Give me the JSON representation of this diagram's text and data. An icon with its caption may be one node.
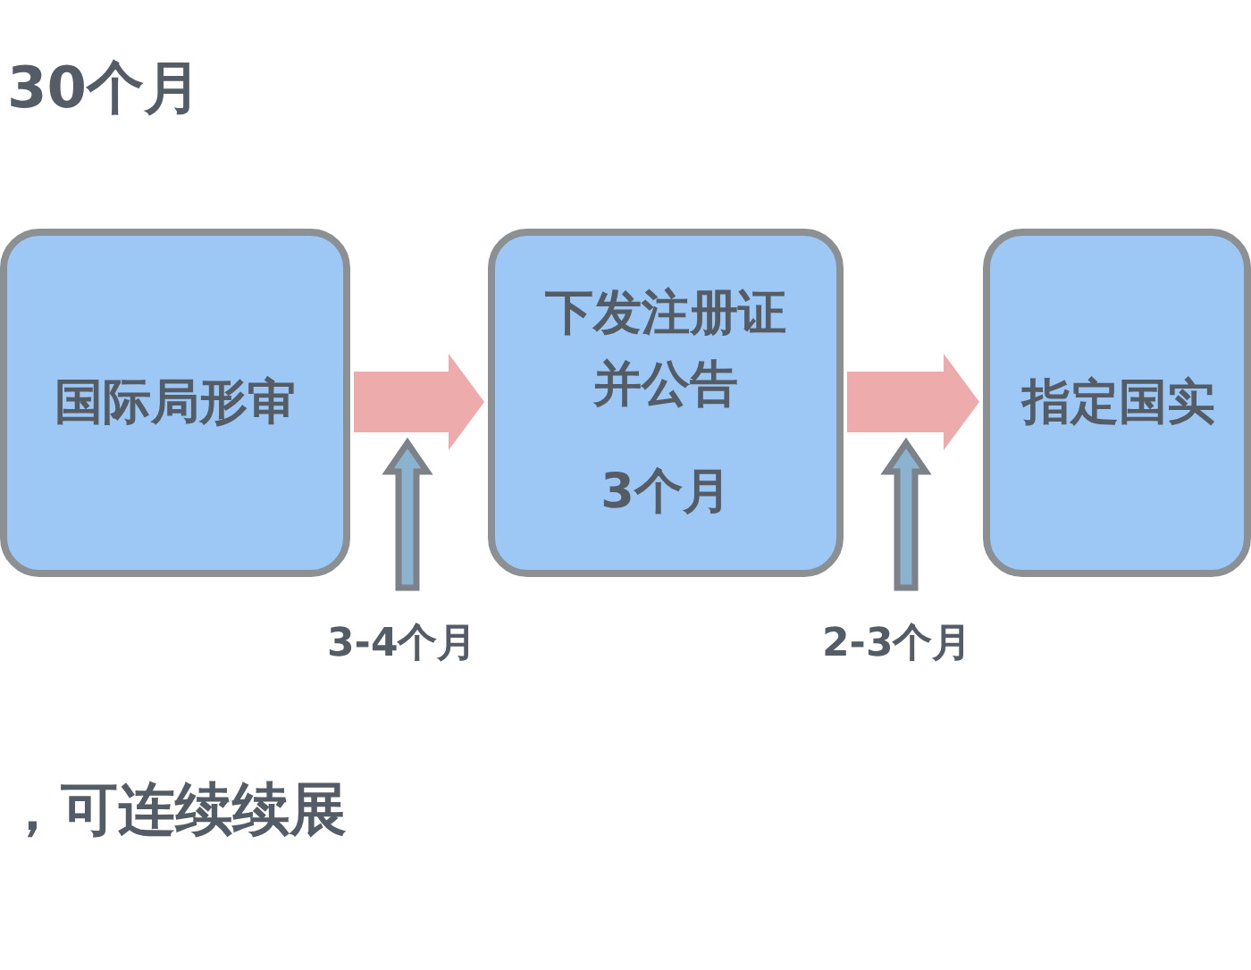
{
  "diagram": {
    "title": "30个月",
    "nodes": [
      {
        "text": [
          "国际局形审"
        ]
      },
      {
        "text": [
          "下发注册证并公告",
          "3个月"
        ]
      },
      {
        "text": [
          "指定国实"
        ]
      }
    ],
    "edges": [
      {
        "from": 0,
        "to": 1,
        "arrow": "to"
      },
      {
        "from": 1,
        "to": 2,
        "arrow": "to"
      }
    ],
    "labels": [
      "3-4个月",
      "2-3个月",
      "，可连续续展"
    ]
  }
}
